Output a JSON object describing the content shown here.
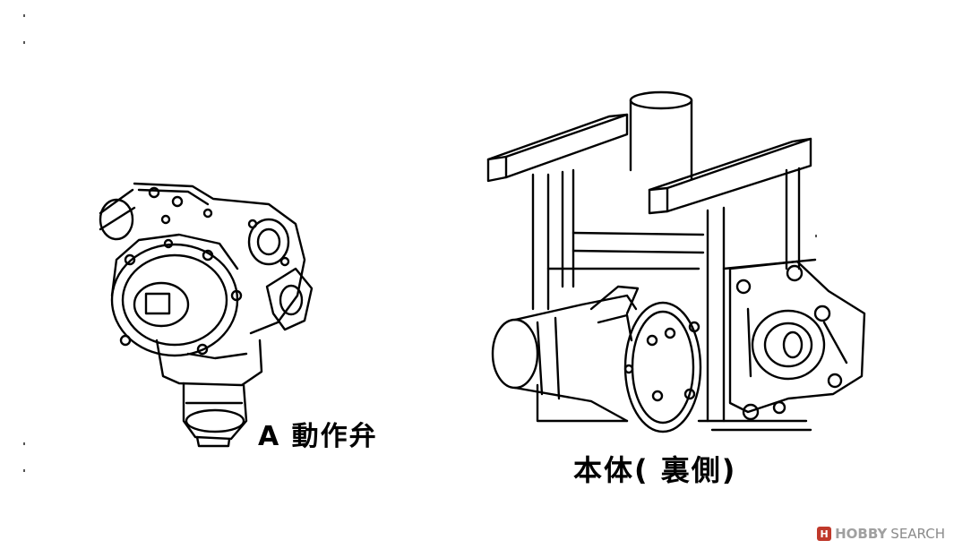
{
  "labels": {
    "part_a": "A 動作弁",
    "main_body": "本体(  裏側)"
  },
  "watermark": {
    "logo_glyph": "H",
    "brand": "HOBBY",
    "search": "SEARCH"
  },
  "colors": {
    "ink": "#000000",
    "background": "#ffffff",
    "watermark_red": "#c0392b"
  }
}
